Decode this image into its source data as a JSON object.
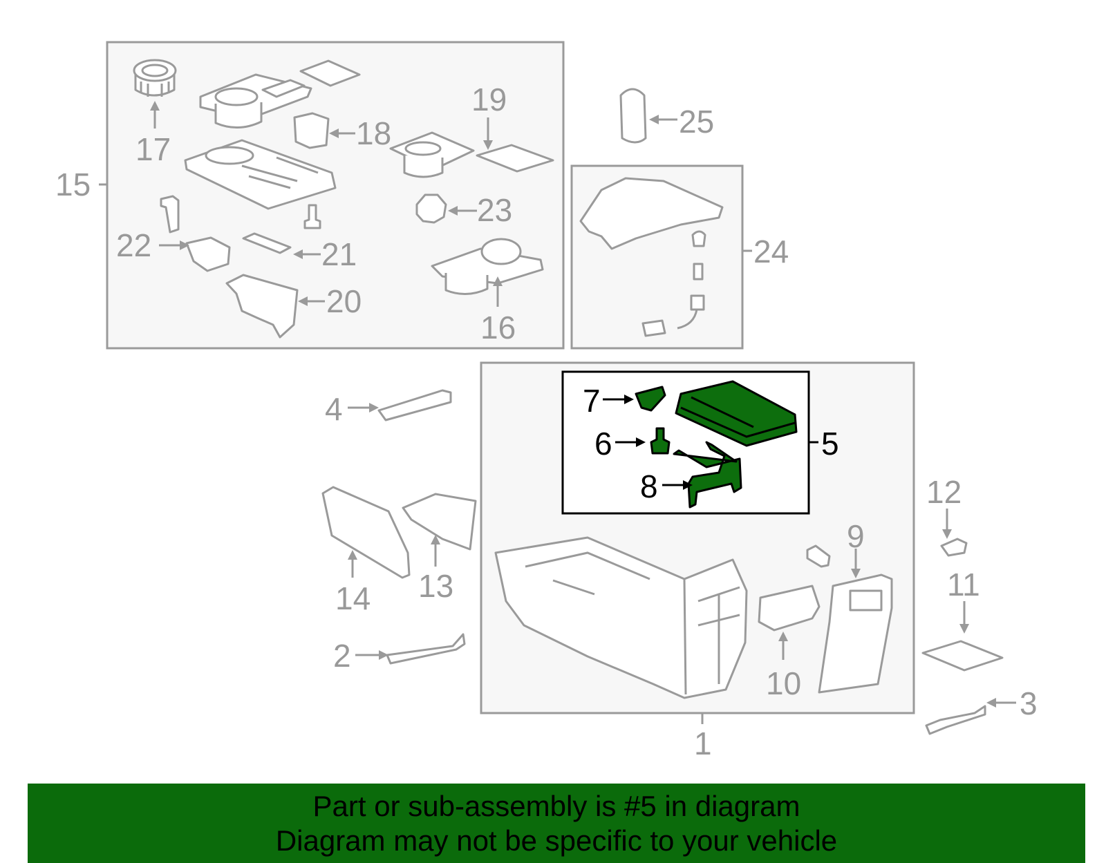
{
  "diagram": {
    "highlight_color": "#0b6b0b",
    "highlighted_part": "5",
    "callouts": {
      "c1": "1",
      "c2": "2",
      "c3": "3",
      "c4": "4",
      "c5": "5",
      "c6": "6",
      "c7": "7",
      "c8": "8",
      "c9": "9",
      "c10": "10",
      "c11": "11",
      "c12": "12",
      "c13": "13",
      "c14": "14",
      "c15": "15",
      "c16": "16",
      "c17": "17",
      "c18": "18",
      "c19": "19",
      "c20": "20",
      "c21": "21",
      "c22": "22",
      "c23": "23",
      "c24": "24",
      "c25": "25"
    }
  },
  "banner": {
    "line1": "Part or sub-assembly is #5 in diagram",
    "line2": "Diagram may not be specific to your vehicle"
  }
}
